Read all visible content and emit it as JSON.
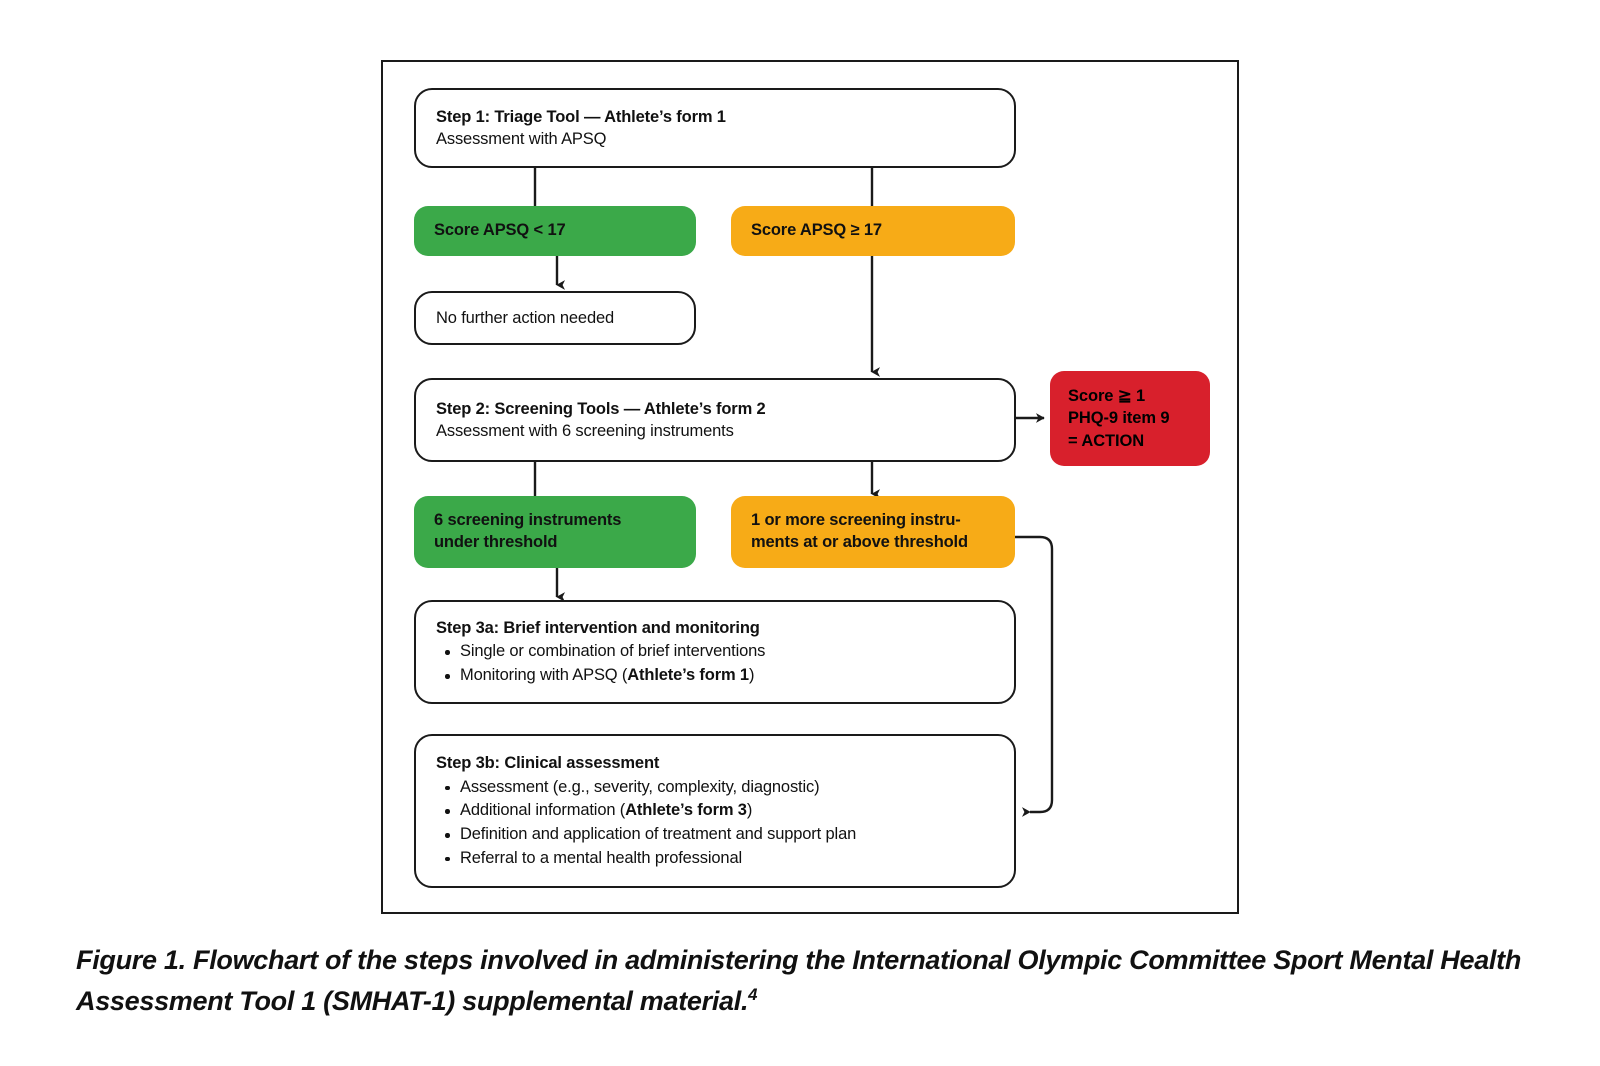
{
  "figure": {
    "boxes": {
      "step1": {
        "title": "Step 1: Triage Tool — Athlete’s form 1",
        "subtitle": "Assessment with APSQ"
      },
      "score_low": {
        "label": "Score APSQ < 17"
      },
      "score_high": {
        "label": "Score APSQ ≥ 17"
      },
      "no_action": {
        "label": "No further action needed"
      },
      "step2": {
        "title": "Step 2: Screening Tools — Athlete’s form 2",
        "subtitle": "Assessment with 6 screening instruments"
      },
      "phq_action": {
        "line1": "Score ≧ 1",
        "line2": "PHQ-9 item 9",
        "line3": "= ACTION"
      },
      "under_threshold": {
        "line1": "6 screening instruments",
        "line2": "under threshold"
      },
      "at_or_above_threshold": {
        "line1": "1 or more screening instru-",
        "line2": "ments at or above threshold"
      },
      "step3a": {
        "title": "Step 3a: Brief intervention and monitoring",
        "bullets": [
          {
            "text": "Single or combination of brief interventions"
          },
          {
            "prefix": "Monitoring with APSQ (",
            "bold": "Athlete’s form 1",
            "suffix": ")"
          }
        ]
      },
      "step3b": {
        "title": "Step 3b: Clinical assessment",
        "bullets": [
          {
            "text": "Assessment (e.g., severity, complexity, diagnostic)"
          },
          {
            "prefix": "Additional information (",
            "bold": "Athlete’s form 3",
            "suffix": ")"
          },
          {
            "text": "Definition and application of treatment and support plan"
          },
          {
            "text": "Referral to a mental health professional"
          }
        ]
      }
    },
    "colors": {
      "green": "#3ba949",
      "orange": "#f7ab17",
      "red": "#d8202c",
      "stroke": "#1a1a1a",
      "background": "#ffffff"
    }
  },
  "caption": {
    "text": "Figure 1. Flowchart of the steps involved in administering the International Olympic Committee Sport Mental Health Assessment Tool 1 (SMHAT-1) supplemental material.",
    "reference": "4"
  }
}
